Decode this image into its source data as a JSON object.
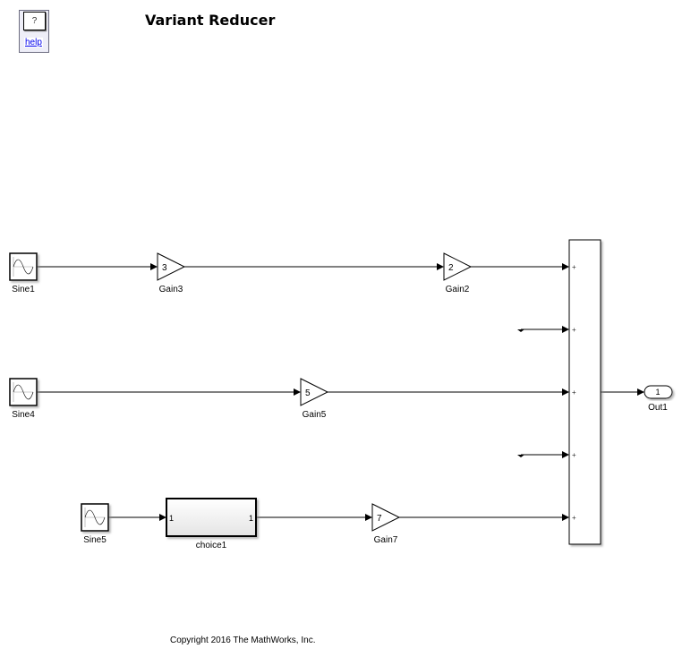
{
  "help": {
    "button_label": "?",
    "link_label": "help"
  },
  "title": "Variant Reducer",
  "copyright": "Copyright 2016 The MathWorks, Inc.",
  "blocks": {
    "sine1": {
      "label": "Sine1"
    },
    "sine4": {
      "label": "Sine4"
    },
    "sine5": {
      "label": "Sine5"
    },
    "gain3": {
      "label": "Gain3",
      "value": "3"
    },
    "gain2": {
      "label": "Gain2",
      "value": "2"
    },
    "gain5": {
      "label": "Gain5",
      "value": "5"
    },
    "gain7": {
      "label": "Gain7",
      "value": "7"
    },
    "choice1": {
      "label": "choice1",
      "in_port": "1",
      "out_port": "1"
    },
    "sum": {
      "port_signs": [
        "+",
        "+",
        "+",
        "+",
        "+"
      ]
    },
    "out1": {
      "label": "Out1",
      "value": "1"
    }
  }
}
